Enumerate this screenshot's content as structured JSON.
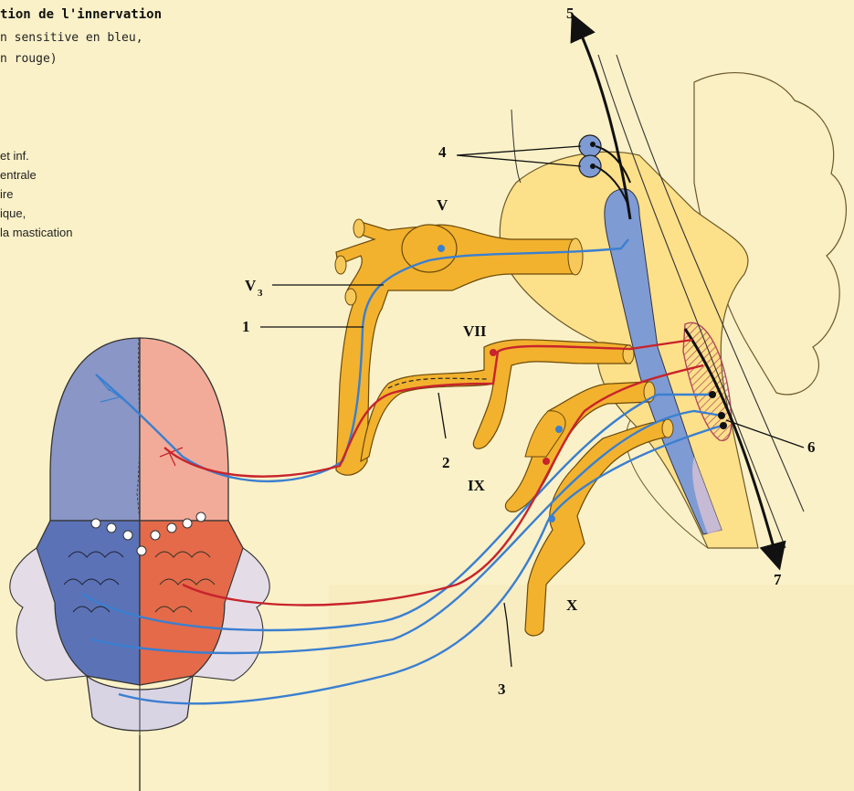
{
  "caption": {
    "title": "tion de l'innervation",
    "line1": "n sensitive en bleu,",
    "line2": "n rouge)"
  },
  "legend_fragments": [
    "et inf.",
    "entrale",
    "ire",
    "ique,",
    "la mastication"
  ],
  "labels": {
    "n5": "5",
    "n4": "4",
    "V": "V",
    "V3": "V",
    "V3sub": "3",
    "n1": "1",
    "VII": "VII",
    "n2": "2",
    "IX": "IX",
    "n6": "6",
    "X": "X",
    "n3": "3",
    "n7": "7"
  },
  "colors": {
    "background": "#fbf1c8",
    "sensory": "#3a7fd0",
    "motor": "#c8242b",
    "nerve": "#f2b22e",
    "brainstem": "#fde08a",
    "tongue_blue": "#8a96c6",
    "tongue_pink": "#f2ab98",
    "tongue_red": "#e46a4a"
  }
}
